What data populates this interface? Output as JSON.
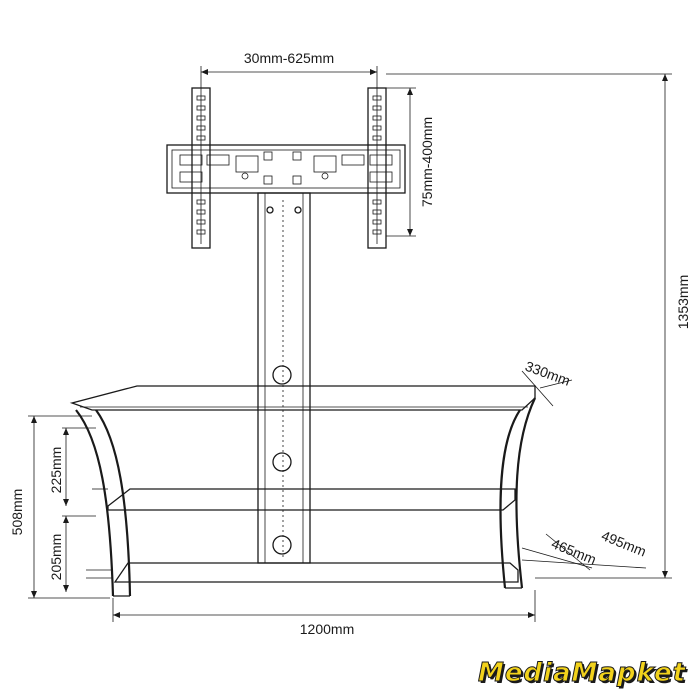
{
  "dimensions": {
    "mount_width": "30mm-625mm",
    "mount_height": "75mm-400mm",
    "total_height": "1353mm",
    "depth_top": "330mm",
    "height_upper": "225mm",
    "height_total_stand": "508mm",
    "height_lower": "205mm",
    "depth_middle": "465mm",
    "depth_bottom": "495mm",
    "width": "1200mm"
  },
  "watermark": "MediaMapket",
  "colors": {
    "line": "#1a1a1a",
    "glass": "#eeeeee",
    "watermark_fill": "#f2d21b"
  }
}
